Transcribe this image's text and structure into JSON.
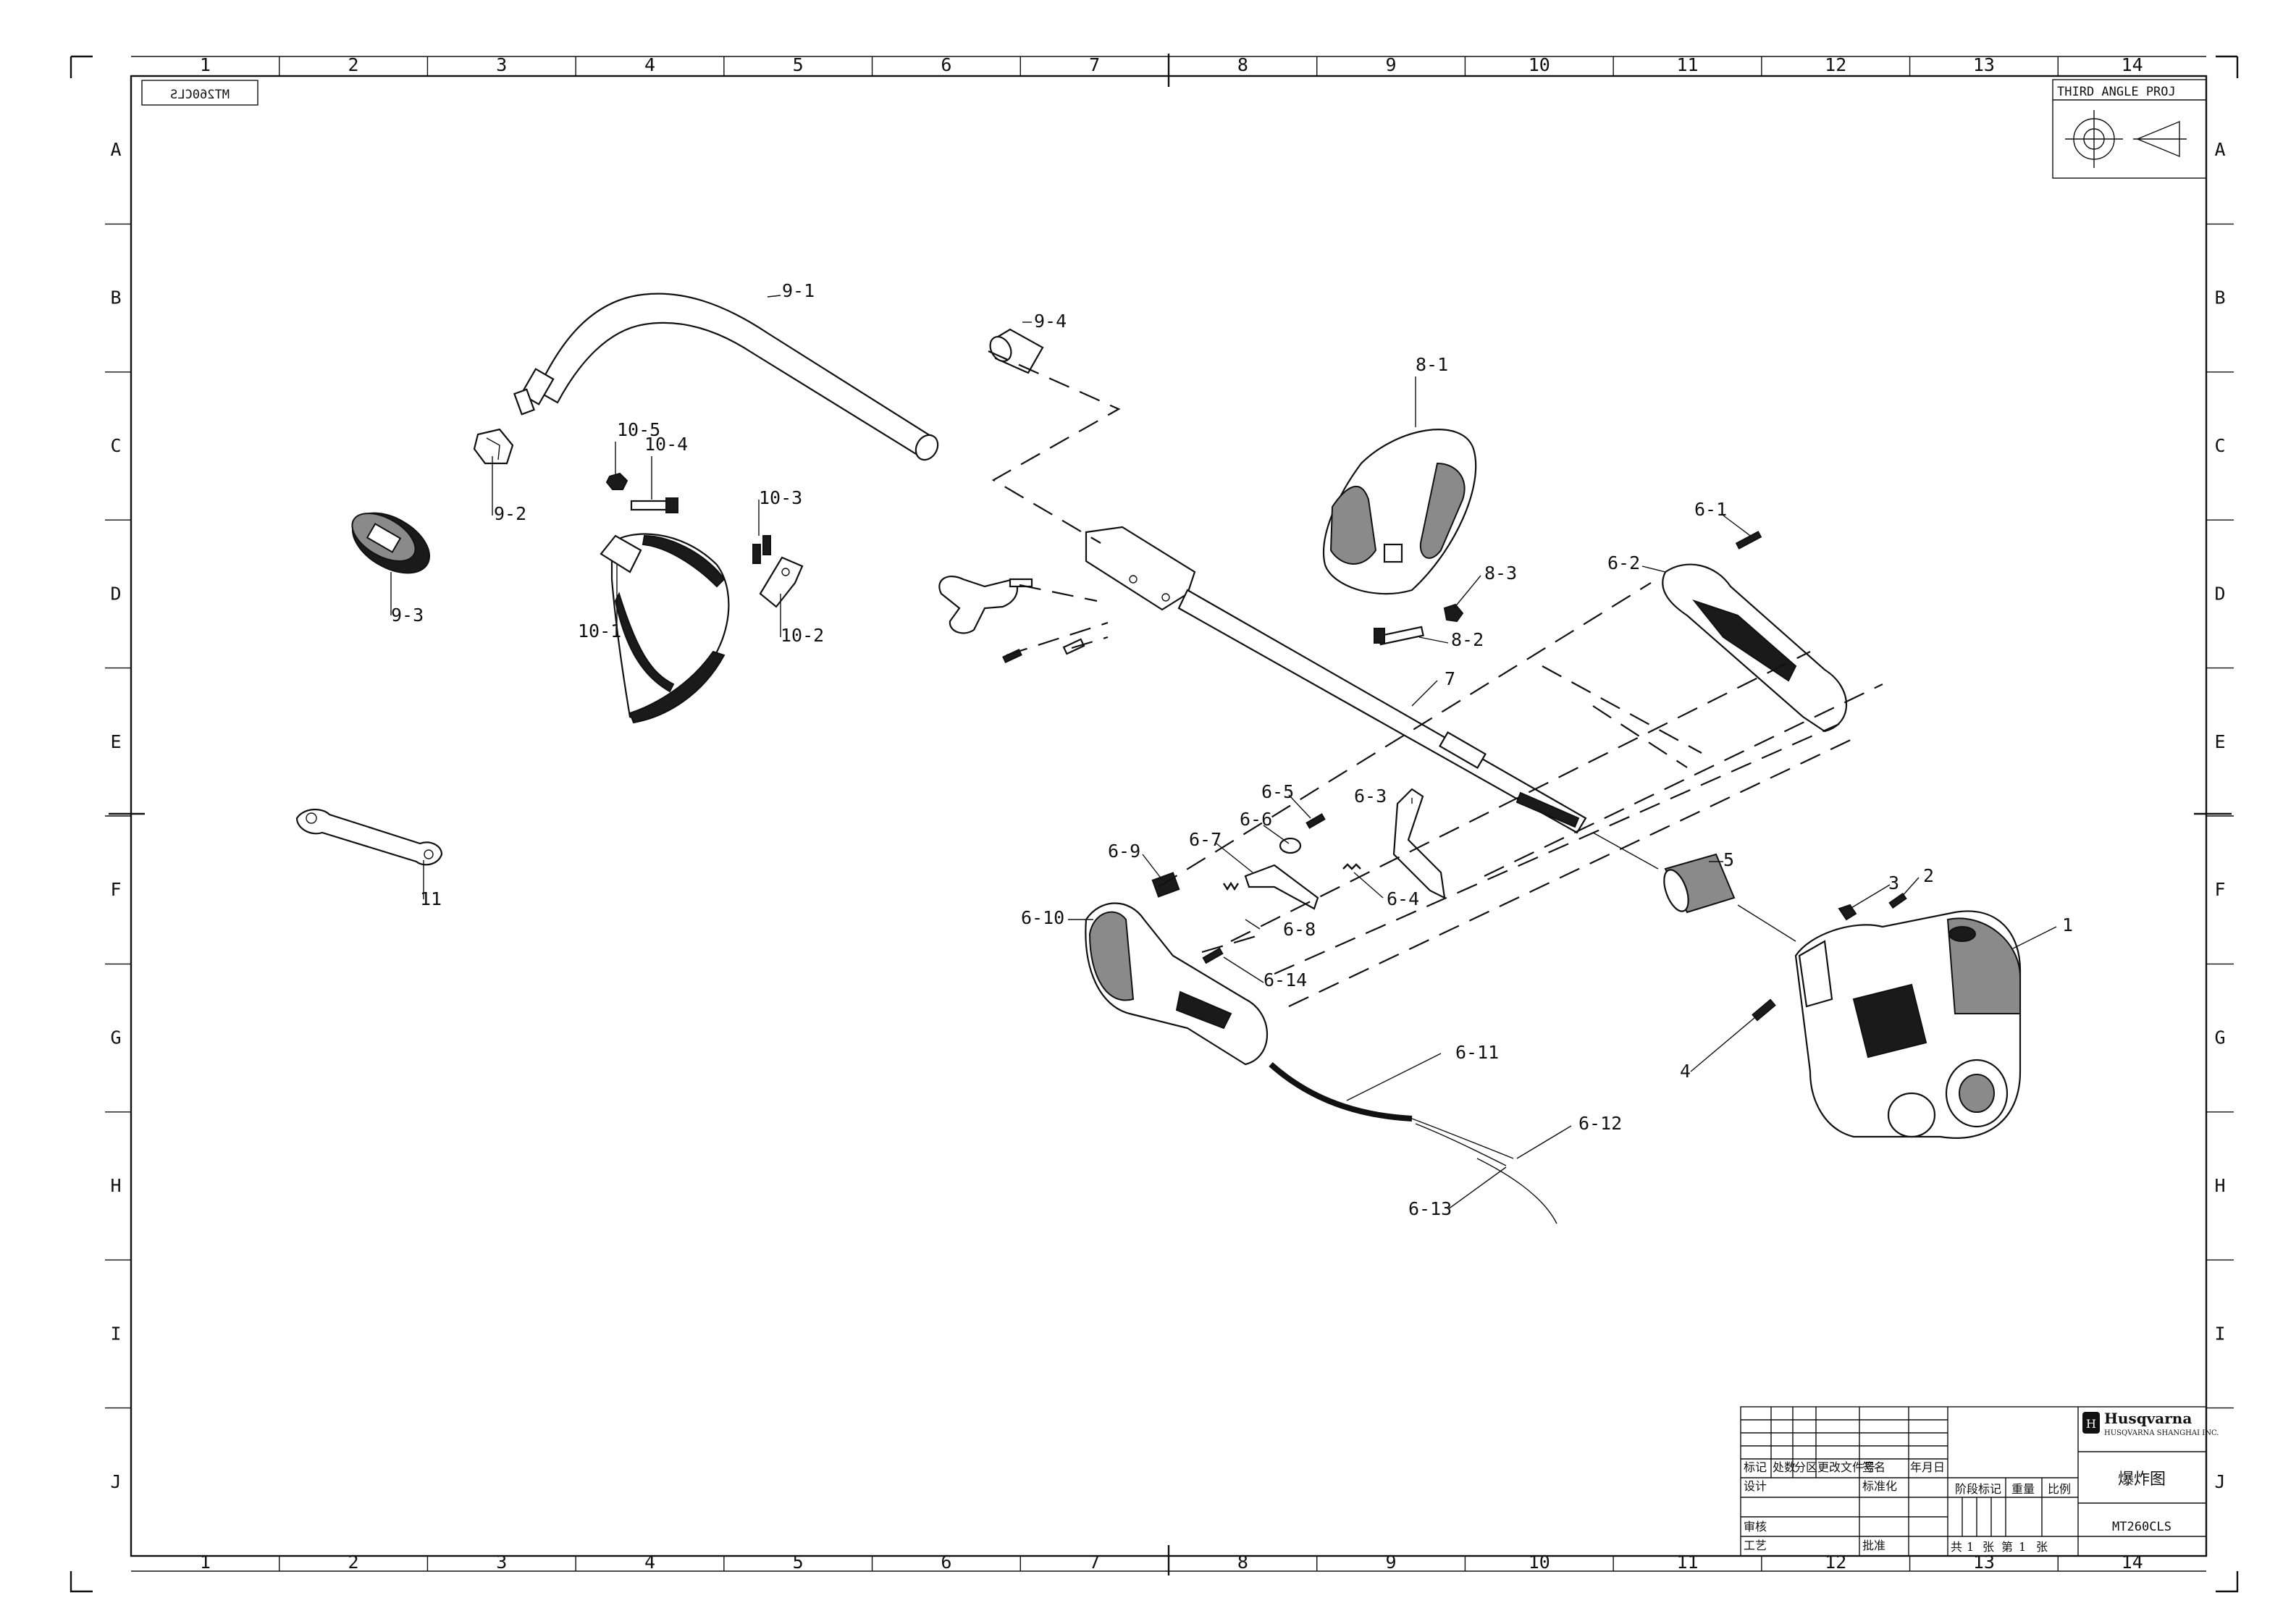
{
  "drawing": {
    "model_mirrored": "MT260CLS",
    "projection_label": "THIRD ANGLE PROJ",
    "zone_columns": [
      "1",
      "2",
      "3",
      "4",
      "5",
      "6",
      "7",
      "8",
      "9",
      "10",
      "11",
      "12",
      "13",
      "14"
    ],
    "zone_rows": [
      "A",
      "B",
      "C",
      "D",
      "E",
      "F",
      "G",
      "H",
      "I",
      "J"
    ]
  },
  "callouts": [
    "9-1",
    "9-4",
    "8-1",
    "10-5",
    "10-4",
    "9-2",
    "10-3",
    "9-3",
    "10-1",
    "10-2",
    "6-1",
    "6-2",
    "8-3",
    "8-2",
    "7",
    "6-5",
    "6-3",
    "6-6",
    "6-7",
    "6-9",
    "6-4",
    "5",
    "3",
    "2",
    "1",
    "6-10",
    "6-8",
    "6-14",
    "4",
    "6-11",
    "6-12",
    "6-13",
    "11"
  ],
  "title_block": {
    "brand": "Husqvarna",
    "company": "HUSQVARNA SHANGHAI INC.",
    "drawing_name": "爆炸图",
    "drawing_number": "MT260CLS",
    "rev_headers": [
      "标记",
      "处数",
      "分区",
      "更改文件号",
      "签名",
      "年月日"
    ],
    "labels": {
      "design": "设计",
      "standardization": "标准化",
      "review": "审核",
      "process": "工艺",
      "approve": "批准",
      "stage_mark": "阶段标记",
      "weight": "重量",
      "scale": "比例"
    },
    "sheet_count": [
      "共",
      "1",
      "张",
      "第",
      "1",
      "张"
    ]
  }
}
